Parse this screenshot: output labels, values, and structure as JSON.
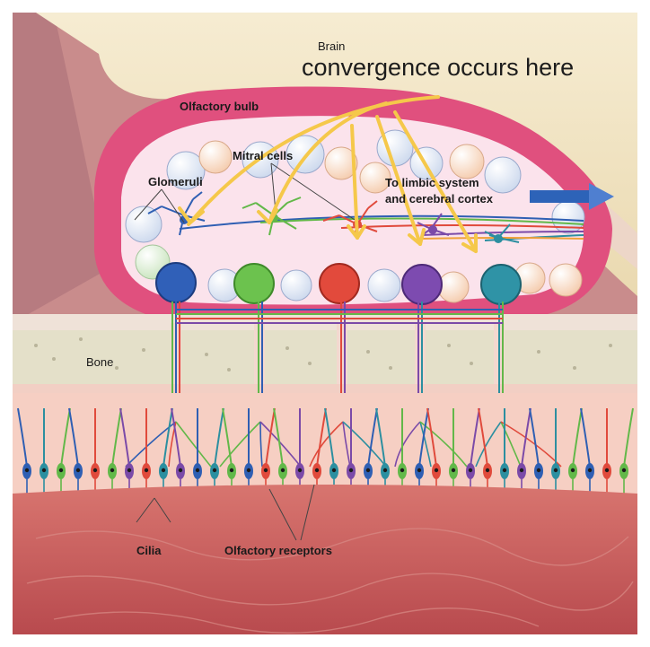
{
  "labels": {
    "brain": "Brain",
    "olfactory_bulb": "Olfactory bulb",
    "mitral_cells": "Mitral cells",
    "glomeruli": "Glomeruli",
    "limbic_line1": "To limbic system",
    "limbic_line2": "and cerebral cortex",
    "bone": "Bone",
    "cilia": "Cilia",
    "olfactory_receptors": "Olfactory receptors"
  },
  "annotation": {
    "text": "convergence occurs here"
  },
  "colors": {
    "brain": "#f3e6c4",
    "bulb_outline": "#e0507e",
    "bulb_inner": "#fbe3ec",
    "bone": "#e4e0c9",
    "epithelium": "#f6cfc3",
    "mucosa": "#c95b5d",
    "arrow_blue": "#2d63b8",
    "annotation_arrows": "#f5c84a",
    "neuron_colors": [
      "#2f5fb3",
      "#62b849",
      "#e04a3c",
      "#7b4aa8",
      "#2c8fa0"
    ]
  }
}
